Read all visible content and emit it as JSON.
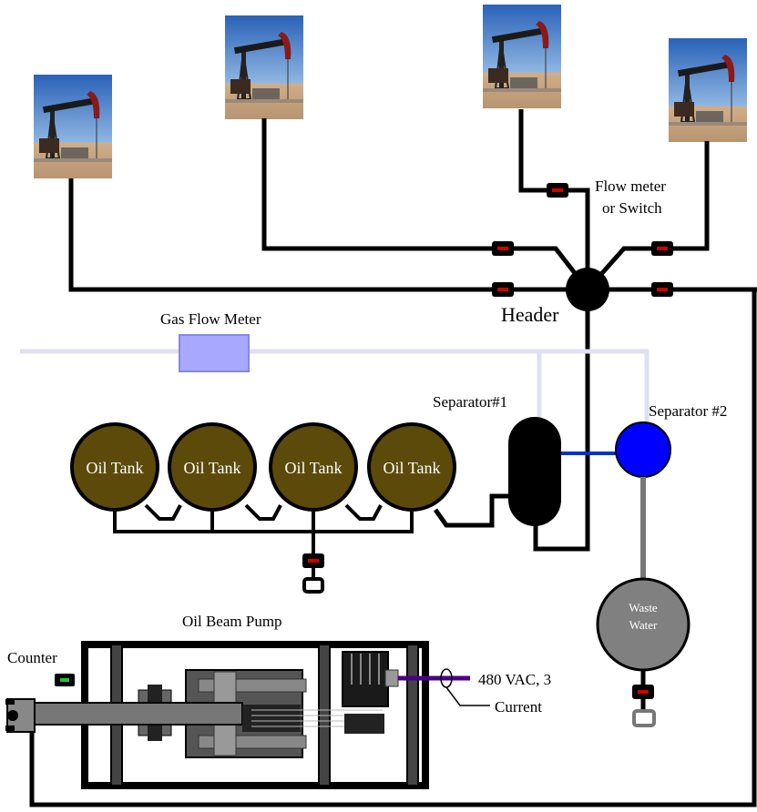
{
  "labels": {
    "flow_meter_line1": "Flow meter",
    "flow_meter_line2": "or Switch",
    "header": "Header",
    "gas_flow_meter": "Gas Flow Meter",
    "separator1": "Separator#1",
    "separator2": "Separator #2",
    "oil_tanks": [
      "Oil Tank",
      "Oil Tank",
      "Oil Tank",
      "Oil Tank"
    ],
    "waste_water_line1": "Waste",
    "waste_water_line2": "Water",
    "oil_beam_pump": "Oil Beam Pump",
    "counter": "Counter",
    "power": "480 VAC, 3",
    "current": "Current"
  },
  "colors": {
    "pipe": "#000000",
    "gas_line": "#dfe0f0",
    "gas_meter": "#a8a8ff",
    "tank_fill": "#5c4a0a",
    "tank_stroke": "#000000",
    "separator2": "#0000ff",
    "waste_water": "#808080",
    "water_line": "#777777",
    "meter_red": "#d00000",
    "counter_green": "#20c040",
    "power_cable": "#4b0082",
    "sky_top": "#2f6fc0",
    "ground": "#c8a582"
  },
  "icons": {
    "well": "oil-pumpjack-photo-icon",
    "meter": "flow-meter-icon"
  }
}
